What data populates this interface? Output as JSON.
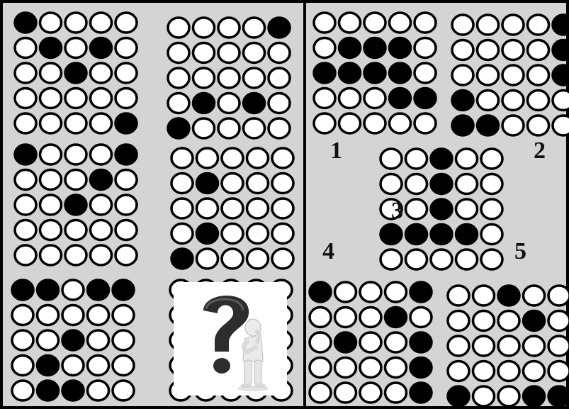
{
  "colors": {
    "filled": "#000000",
    "empty": "#ffffff",
    "stroke": "#000000",
    "background": "#d4d4d4"
  },
  "puzzle": {
    "matrix": [
      {
        "id": "m1",
        "cells": [
          "10000",
          "01010",
          "00100",
          "00000",
          "00001"
        ]
      },
      {
        "id": "m2",
        "cells": [
          "00001",
          "00000",
          "00000",
          "01010",
          "10000"
        ]
      },
      {
        "id": "m3",
        "cells": [
          "10001",
          "00010",
          "00100",
          "00000",
          "00000"
        ]
      },
      {
        "id": "m4",
        "cells": [
          "00000",
          "01000",
          "00000",
          "01000",
          "10000"
        ]
      },
      {
        "id": "m5",
        "cells": [
          "11011",
          "00000",
          "00100",
          "01000",
          "01100"
        ]
      },
      {
        "id": "m6",
        "missing": true,
        "icon": "question-mark-figure-icon"
      }
    ],
    "options": [
      {
        "label": "1",
        "cells": [
          "00000",
          "01110",
          "11110",
          "00011",
          "00000"
        ]
      },
      {
        "label": "2",
        "cells": [
          "00001",
          "00001",
          "00001",
          "10000",
          "11000"
        ]
      },
      {
        "label": "3",
        "cells": [
          "00100",
          "00100",
          "00100",
          "11110",
          "00000"
        ]
      },
      {
        "label": "4",
        "cells": [
          "10001",
          "00010",
          "01001",
          "00001",
          "00001"
        ]
      },
      {
        "label": "5",
        "cells": [
          "00100",
          "00010",
          "00000",
          "00000",
          "10011"
        ]
      }
    ]
  }
}
